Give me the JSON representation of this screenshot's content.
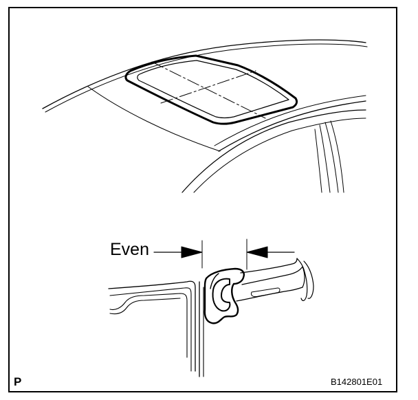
{
  "diagram": {
    "callout_label": "Even",
    "page_mark": "P",
    "figure_code": "B142801E01"
  },
  "colors": {
    "ink": "#000000",
    "paper": "#ffffff"
  }
}
